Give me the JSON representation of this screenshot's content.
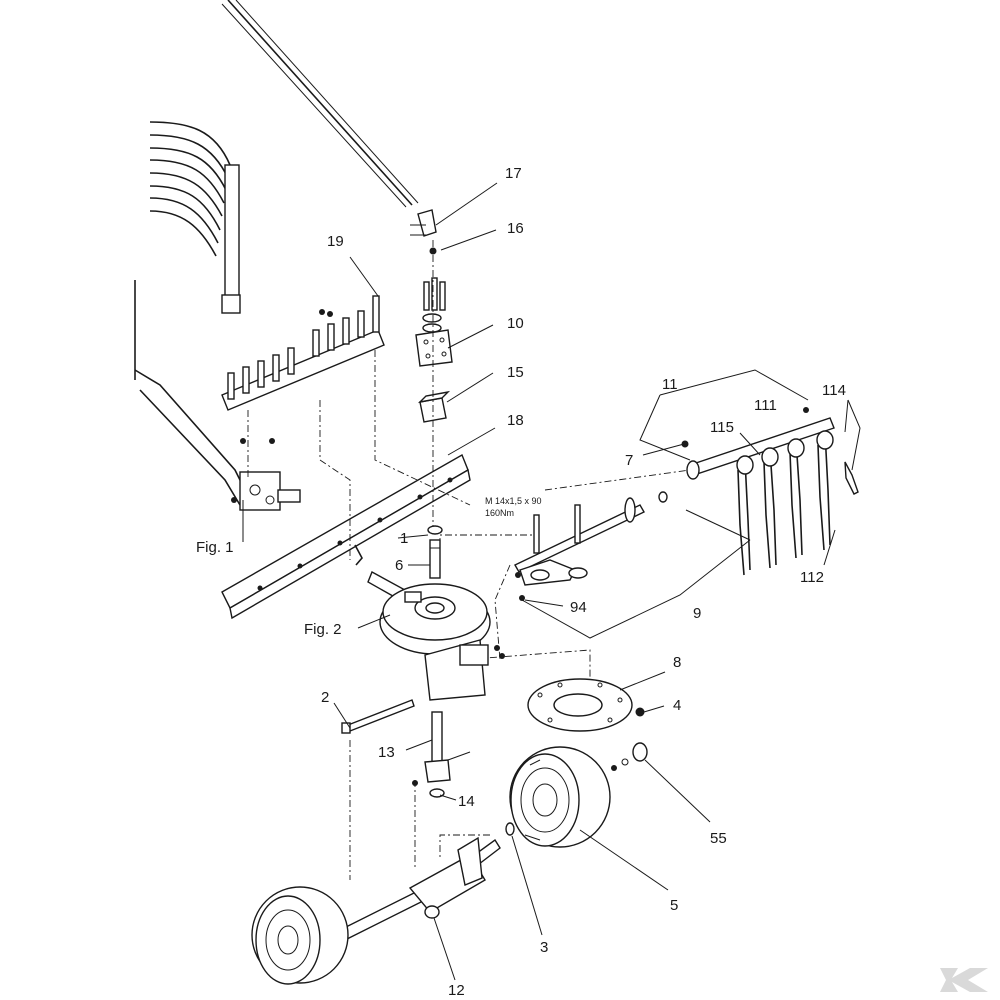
{
  "diagram": {
    "part_labels": {
      "p17": "17",
      "p16": "16",
      "p19": "19",
      "p10": "10",
      "p15": "15",
      "p11": "11",
      "p114": "114",
      "p111": "111",
      "p115": "115",
      "p18": "18",
      "p7": "7",
      "p1": "1",
      "p6": "6",
      "p94": "94",
      "p9": "9",
      "p112": "112",
      "p8": "8",
      "p4": "4",
      "p2": "2",
      "p13": "13",
      "p14": "14",
      "p55": "55",
      "p5": "5",
      "p3": "3",
      "p12": "12"
    },
    "figure_labels": {
      "fig1": "Fig. 1",
      "fig2": "Fig. 2"
    },
    "torque_note": {
      "line1": "M 14x1,5  x 90",
      "line2": "160Nm"
    },
    "colors": {
      "ink": "#1a1a1a",
      "paper": "#ffffff",
      "logo": "#d9d9d9"
    }
  }
}
